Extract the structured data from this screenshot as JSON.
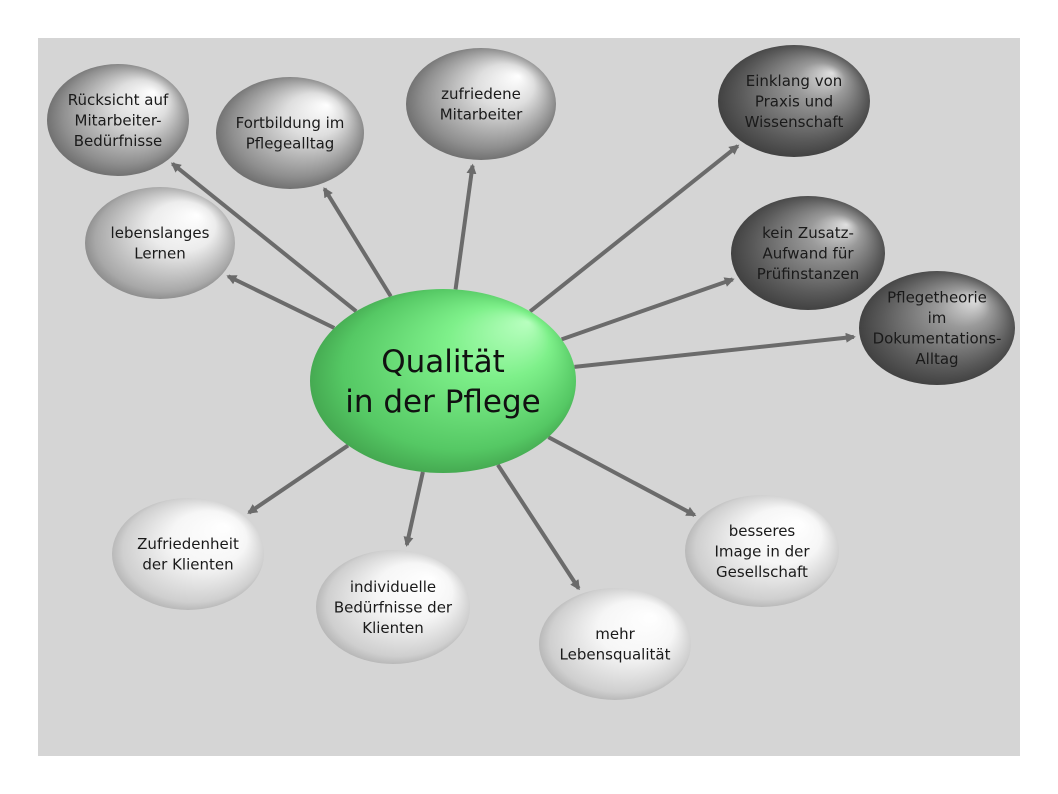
{
  "center": {
    "lines": [
      "Qualität",
      "in der Pflege"
    ],
    "color": "#6ee07a"
  },
  "nodes": [
    {
      "id": "ruecksicht",
      "lines": [
        "Rücksicht auf",
        "Mitarbeiter-",
        "Bedürfnisse"
      ],
      "tone": "gray"
    },
    {
      "id": "fortbildung",
      "lines": [
        "Fortbildung im",
        "Pflegealltag"
      ],
      "tone": "gray"
    },
    {
      "id": "zufriedene-mitarbeiter",
      "lines": [
        "zufriedene",
        "Mitarbeiter"
      ],
      "tone": "gray"
    },
    {
      "id": "einklang",
      "lines": [
        "Einklang von",
        "Praxis und",
        "Wissenschaft"
      ],
      "tone": "dark"
    },
    {
      "id": "lebenslanges-lernen",
      "lines": [
        "lebenslanges",
        "Lernen"
      ],
      "tone": "light"
    },
    {
      "id": "kein-zusatz",
      "lines": [
        "kein Zusatz-",
        "Aufwand für",
        "Prüfinstanzen"
      ],
      "tone": "dark"
    },
    {
      "id": "pflegetheorie",
      "lines": [
        "Pflegetheorie",
        "im",
        "Dokumentations-",
        "Alltag"
      ],
      "tone": "dark"
    },
    {
      "id": "zufriedenheit-klienten",
      "lines": [
        "Zufriedenheit",
        "der Klienten"
      ],
      "tone": "white"
    },
    {
      "id": "individuelle-beduerfnisse",
      "lines": [
        "individuelle",
        "Bedürfnisse der",
        "Klienten"
      ],
      "tone": "white"
    },
    {
      "id": "lebensqualitaet",
      "lines": [
        "mehr",
        "Lebensqualität"
      ],
      "tone": "white"
    },
    {
      "id": "besseres-image",
      "lines": [
        "besseres",
        "Image in der",
        "Gesellschaft"
      ],
      "tone": "white"
    }
  ],
  "colors": {
    "background": "#d5d5d5",
    "arrow": "#6b6b6b"
  }
}
